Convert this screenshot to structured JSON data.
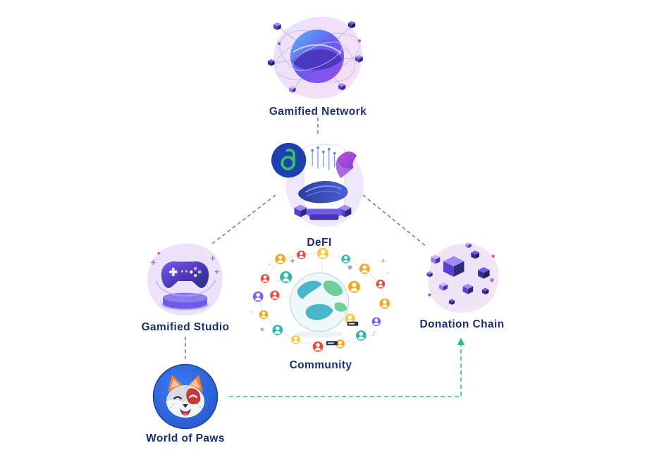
{
  "diagram": {
    "nodes": {
      "gamified_network": {
        "label": "Gamified Network"
      },
      "defi": {
        "label": "DeFI"
      },
      "gamified_studio": {
        "label": "Gamified Studio"
      },
      "community": {
        "label": "Community"
      },
      "donation_chain": {
        "label": "Donation Chain"
      },
      "world_of_paws": {
        "label": "World of Paws"
      }
    },
    "edges": [
      {
        "from": "Gamified Network",
        "to": "DeFI",
        "style": "dashed",
        "color": "#4a62c9"
      },
      {
        "from": "DeFI",
        "to": "Gamified Studio",
        "style": "dashed",
        "color": "#4a62c9"
      },
      {
        "from": "DeFI",
        "to": "Donation Chain",
        "style": "dashed",
        "color": "#4a62c9"
      },
      {
        "from": "Gamified Studio",
        "to": "World of Paws",
        "style": "dashed",
        "color": "#4a62c9"
      },
      {
        "from": "World of Paws",
        "to": "Donation Chain",
        "style": "dashed-arrow",
        "color": "#2fbf71"
      }
    ],
    "colors": {
      "background": "#ffffff",
      "label_text": "#1d2f6e",
      "connector_blue": "#4a62c9",
      "connector_green": "#2fbf71",
      "accent_purple": "#6c5ce7",
      "logo_green": "#35c06a",
      "logo_circle": "#1e3fae"
    }
  }
}
